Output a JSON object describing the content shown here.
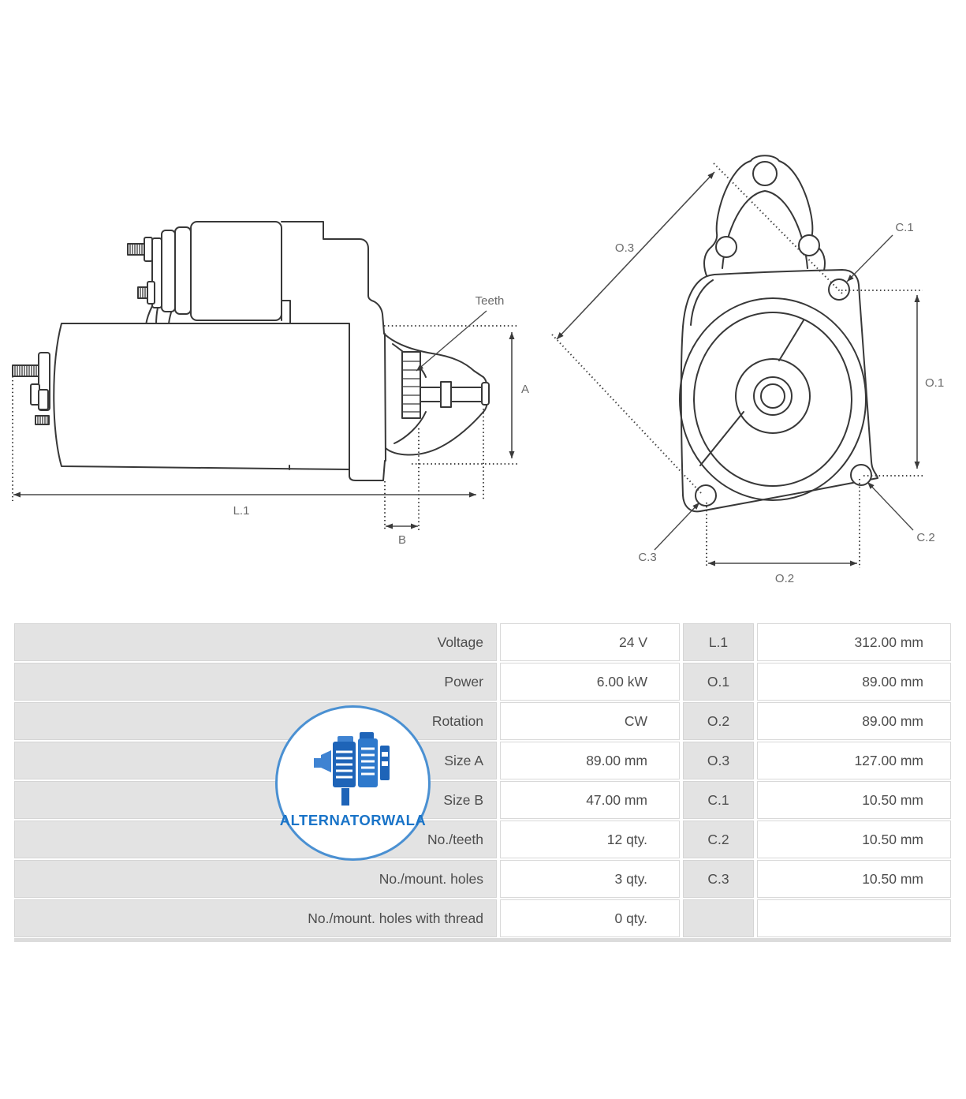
{
  "diagram": {
    "side_view": {
      "teeth_label": "Teeth",
      "dim_a": "A",
      "dim_l1": "L.1",
      "dim_b": "B"
    },
    "front_view": {
      "dim_o3": "O.3",
      "dim_o1": "O.1",
      "dim_o2": "O.2",
      "dim_c1": "C.1",
      "dim_c2": "C.2",
      "dim_c3": "C.3"
    }
  },
  "logo": {
    "text": "ALTERNATORWALA",
    "border_color": "#4a90d2",
    "icon_color_dark": "#1e64b8",
    "icon_color_light": "#3f83d2",
    "text_color": "#1a74c8"
  },
  "table": {
    "rows": [
      {
        "label": "Voltage",
        "value": "24 V",
        "dim": "L.1",
        "dim_value": "312.00 mm"
      },
      {
        "label": "Power",
        "value": "6.00 kW",
        "dim": "O.1",
        "dim_value": "89.00 mm"
      },
      {
        "label": "Rotation",
        "value": "CW",
        "dim": "O.2",
        "dim_value": "89.00 mm"
      },
      {
        "label": "Size A",
        "value": "89.00 mm",
        "dim": "O.3",
        "dim_value": "127.00 mm"
      },
      {
        "label": "Size B",
        "value": "47.00 mm",
        "dim": "C.1",
        "dim_value": "10.50 mm"
      },
      {
        "label": "No./teeth",
        "value": "12 qty.",
        "dim": "C.2",
        "dim_value": "10.50 mm"
      },
      {
        "label": "No./mount. holes",
        "value": "3 qty.",
        "dim": "C.3",
        "dim_value": "10.50 mm"
      },
      {
        "label": "No./mount. holes with thread",
        "value": "0 qty.",
        "dim": "",
        "dim_value": ""
      }
    ]
  }
}
